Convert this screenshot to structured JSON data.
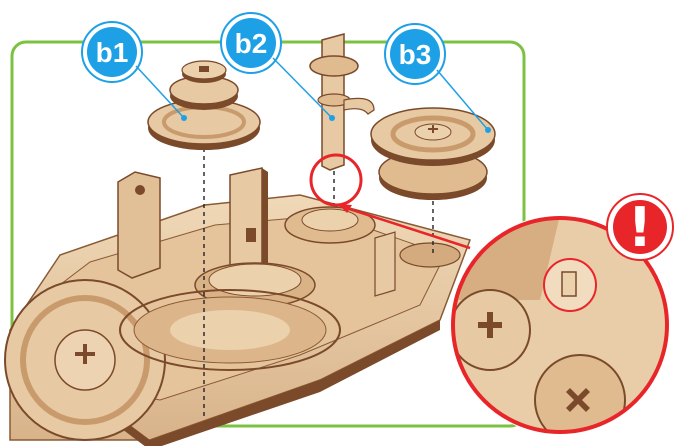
{
  "labels": {
    "b1": "b1",
    "b2": "b2",
    "b3": "b3"
  },
  "warning": {
    "mark": "!",
    "icon": "exclamation-icon"
  },
  "colors": {
    "frame_green": "#7cc242",
    "label_blue": "#1ea0e6",
    "callout_red": "#e8262a",
    "wood_light": "#e7c9a3",
    "wood_mid": "#d2a77b",
    "wood_dark": "#7a4a2a"
  }
}
